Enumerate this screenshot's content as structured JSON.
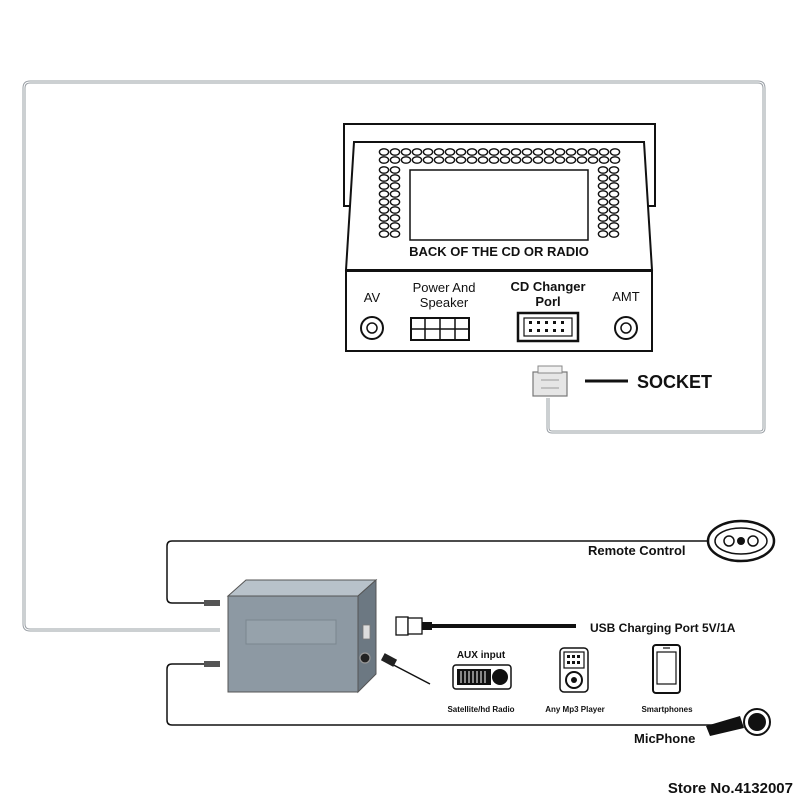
{
  "diagram": {
    "radio_title": "BACK OF THE CD OR RADIO",
    "ports": {
      "av": "AV",
      "power_line1": "Power And",
      "power_line2": "Speaker",
      "cd_line1": "CD Changer",
      "cd_line2": "Porl",
      "amt": "AMT"
    },
    "socket": "SOCKET",
    "remote_control": "Remote Control",
    "usb": "USB Charging Port 5V/1A",
    "aux_input": "AUX input",
    "devices": {
      "satellite": "Satellite/hd Radio",
      "mp3": "Any Mp3 Player",
      "smartphones": "Smartphones"
    },
    "micphone": "MicPhone"
  },
  "footer": {
    "store": "Store No.4132007"
  }
}
